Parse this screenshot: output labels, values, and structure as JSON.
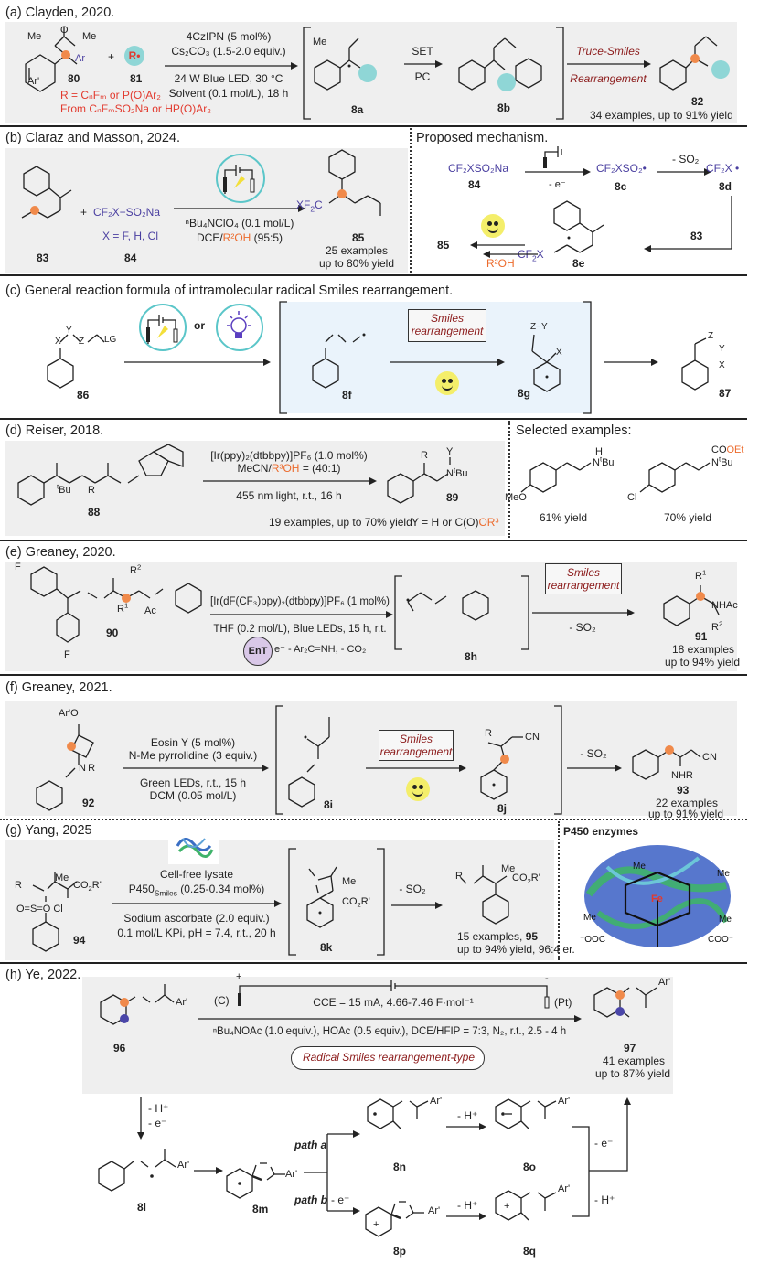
{
  "sections": {
    "a": {
      "title": "(a) Clayden, 2020.",
      "cond1": "4CzIPN (5 mol%)",
      "cond2": "Cs₂CO₃ (1.5-2.0 equiv.)",
      "cond3": "24 W Blue LED, 30 °C",
      "cond4": "Solvent (0.1 mol/L), 18 h",
      "r_def": "R = CₙFₘ or P(O)Ar₂",
      "r_from": "From CₙFₘSO₂Na or HP(O)Ar₂",
      "cmpd_80": "80",
      "cmpd_81": "81",
      "int_8a": "8a",
      "int_8b": "8b",
      "set": "SET",
      "pc": "PC",
      "step_label1": "Truce-Smiles",
      "step_label2": "Rearrangement",
      "prod": "82",
      "yield": "34 examples, up to 91% yield",
      "plus": "+"
    },
    "b": {
      "title": "(b) Claraz and Masson, 2024.",
      "reagent": "CF₂X−SO₂Na",
      "x_def": "X = F, H, Cl",
      "cond1": "ⁿBu₄NClO₄ (0.1 mol/L)",
      "cond2_a": "DCE/",
      "cond2_b": "R²OH",
      "cond2_c": " (95:5)",
      "cmpd_83": "83",
      "cmpd_84": "84",
      "prod": "85",
      "yield1": "25 examples",
      "yield2": "up to 80% yield",
      "mech_title": "Proposed mechanism.",
      "m_84": "CF₂XSO₂Na",
      "m_84_label": "84",
      "m_minus_e": "- e⁻",
      "m_8c": "CF₂XSO₂•",
      "m_8c_label": "8c",
      "m_minus_so2": "- SO₂",
      "m_8d": "CF₂X •",
      "m_8d_label": "8d",
      "m_83": "83",
      "m_8e_label": "8e",
      "m_85": "85",
      "m_r2oh": "R²OH",
      "m_plus": "+"
    },
    "c": {
      "title": "(c) General reaction formula of intramolecular radical Smiles rearrangement.",
      "or": "or",
      "cmpd_86": "86",
      "int_8f": "8f",
      "int_8g": "8g",
      "prod": "87",
      "box1": "Smiles",
      "box2": "rearrangement"
    },
    "d": {
      "title": "(d) Reiser, 2018.",
      "cond1": "[Ir(ppy)₂(dtbbpy)]PF₆ (1.0 mol%)",
      "cond2_a": "MeCN/",
      "cond2_b": "R³OH",
      "cond2_c": " = (40:1)",
      "cond3": "455 nm light, r.t., 16 h",
      "cmpd_88": "88",
      "prod": "89",
      "yield": "19 examples, up to 70% yield",
      "y_def_a": "Y = H or C(O)",
      "y_def_b": "OR³",
      "selected_title": "Selected examples:",
      "ex1_yield": "61% yield",
      "ex2_yield": "70% yield"
    },
    "e": {
      "title": "(e) Greaney, 2020.",
      "cond1": "[Ir(dF(CF₃)ppy)₂(dtbbpy)]PF₆ (1 mol%)",
      "cond2": "THF (0.2 mol/L), Blue LEDs, 15 h, r.t.",
      "ent": "EnT",
      "byprod": "e⁻  - Ar₂C=NH, - CO₂",
      "cmpd_90": "90",
      "int_8h": "8h",
      "box1": "Smiles",
      "box2": "rearrangement",
      "minus_so2": "- SO₂",
      "prod": "91",
      "yield1": "18 examples",
      "yield2": "up to 94% yield"
    },
    "f": {
      "title": "(f) Greaney, 2021.",
      "cond1": "Eosin Y (5 mol%)",
      "cond2": "N-Me pyrrolidine (3 equiv.)",
      "cond3": "Green LEDs, r.t., 15 h",
      "cond4": "DCM (0.05 mol/L)",
      "cmpd_92": "92",
      "int_8i": "8i",
      "int_8j": "8j",
      "box1": "Smiles",
      "box2": "rearrangement",
      "minus_so2": "- SO₂",
      "prod": "93",
      "yield1": "22 examples",
      "yield2": "up to 91% yield"
    },
    "g": {
      "title": "(g) Yang, 2025",
      "cond1": "Cell-free lysate",
      "cond2": "P450Smiles (0.25-0.34 mol%)",
      "cond3": "Sodium ascorbate (2.0 equiv.)",
      "cond4": "0.1 mol/L KPi, pH = 7.4, r.t., 20 h",
      "cmpd_94": "94",
      "int_8k": "8k",
      "minus_so2": "- SO₂",
      "yield1_a": "15 examples, ",
      "prod": "95",
      "yield2": "up to 94% yield, 96:4 er.",
      "enzyme_title": "P450 enzymes"
    },
    "h": {
      "title": "(h) Ye, 2022.",
      "anode": "(C)",
      "cathode": "(Pt)",
      "plus": "+",
      "minus": "-",
      "cond1": "CCE = 15 mA, 4.66-7.46 F·mol⁻¹",
      "cond2": "ⁿBu₄NOAc (1.0 equiv.), HOAc (0.5 equiv.), DCE/HFIP = 7:3, N₂, r.t., 2.5 - 4 h",
      "pill": "Radical Smiles rearrangement-type",
      "cmpd_96": "96",
      "prod": "97",
      "yield1": "41 examples",
      "yield2": "up to 87% yield",
      "step1a": "- H⁺",
      "step1b": "- e⁻",
      "int_8l": "8l",
      "int_8m": "8m",
      "path_a": "path a",
      "path_b": "path b",
      "path_b_e": "- e⁻",
      "int_8n": "8n",
      "int_8o": "8o",
      "int_8p": "8p",
      "int_8q": "8q",
      "n_to_o": "- H⁺",
      "p_to_q": "- H⁺",
      "o_step": "- e⁻",
      "q_step": "- H⁺"
    }
  },
  "colors": {
    "panel_gray": "#efefef",
    "panel_blue": "#eaf3fb",
    "orange_atom": "#f08a4b",
    "teal_R": "#8fd6d6",
    "red_text": "#e23a2e",
    "orange_text": "#ec6b2d",
    "purple_text": "#4a3fa0",
    "dark_red_text": "#8b1a1a",
    "smiley": "#f4ee6a",
    "ent_circle": "#d9c8e8",
    "blue_atom": "#4a46a8"
  }
}
